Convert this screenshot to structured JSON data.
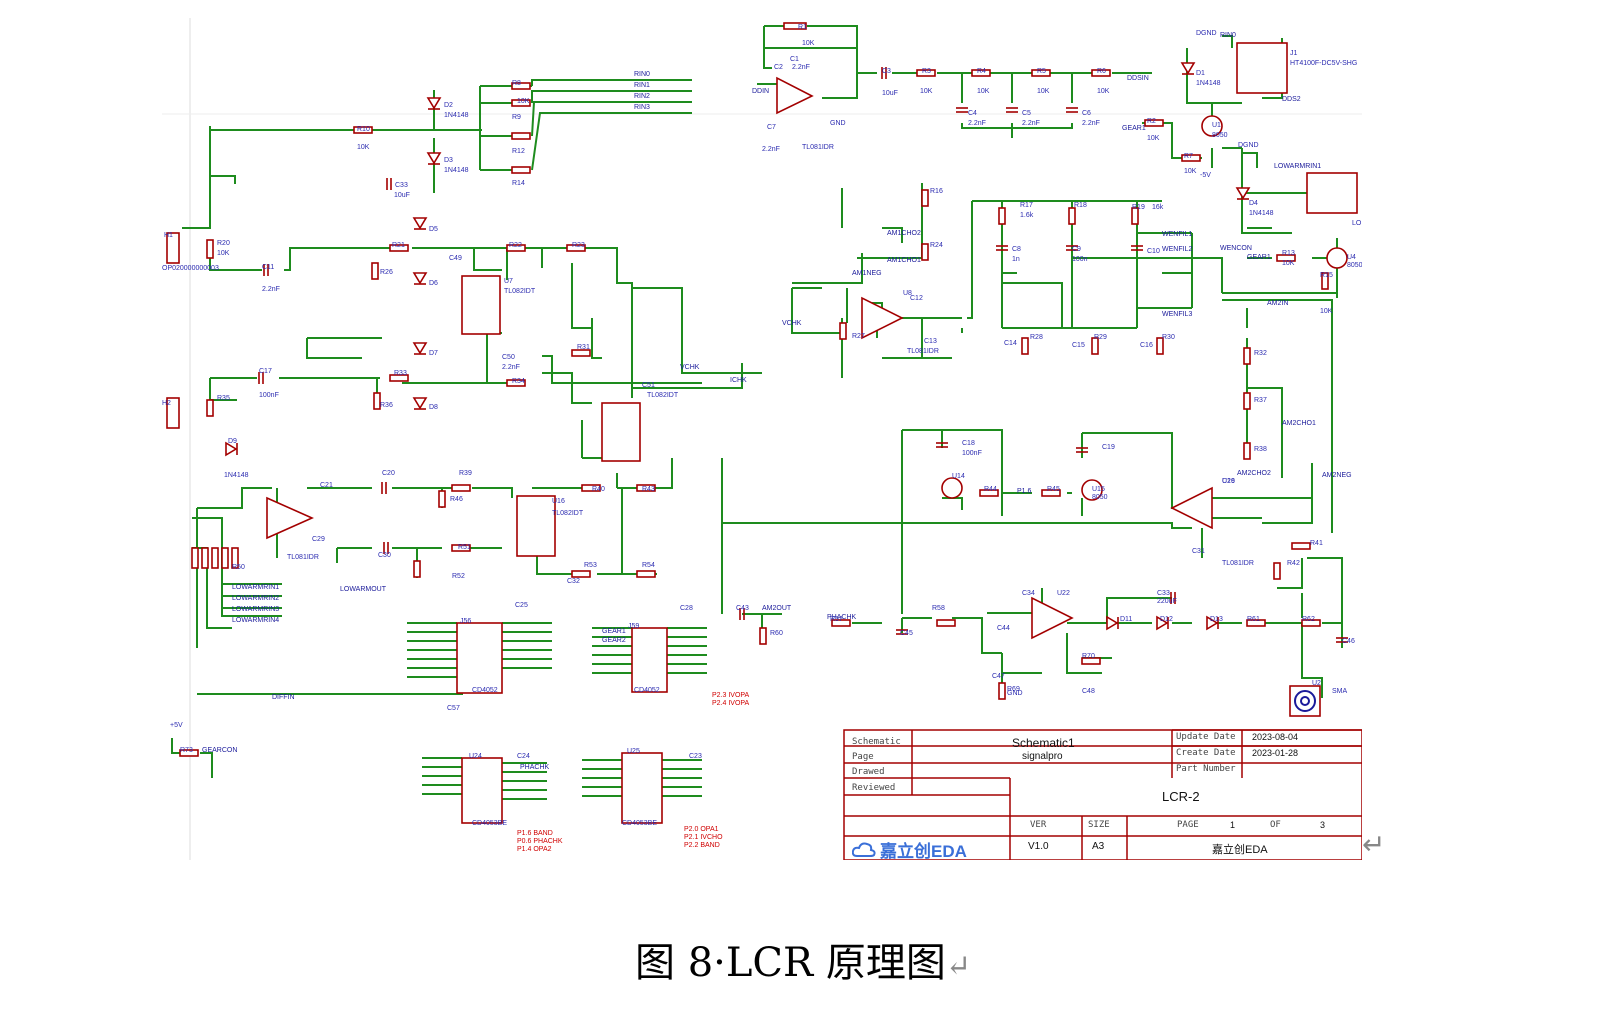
{
  "caption": {
    "text": "图 8·LCR 原理图",
    "trail": "↵"
  },
  "return_mark": "↵",
  "colors": {
    "wire": "#1e8c1e",
    "component": "#a30000",
    "label": "#2b2bb0",
    "note": "#d00000"
  },
  "title_block": {
    "schematic_label": "Schematic",
    "schematic_value": "Schematic1",
    "page_label": "Page",
    "page_value": "signalpro",
    "drawed_label": "Drawed",
    "reviewed_label": "Reviewed",
    "update_label": "Update Date",
    "update_value": "2023-08-04",
    "create_label": "Create Date",
    "create_value": "2023-01-28",
    "partnum_label": "Part Number",
    "main_title": "LCR-2",
    "ver_label": "VER",
    "ver_value": "V1.0",
    "size_label": "SIZE",
    "size_value": "A3",
    "page_num_label": "PAGE",
    "page_num": "1",
    "of_label": "OF",
    "page_total": "3",
    "company": "嘉立创EDA",
    "logo_text": "嘉立创EDA"
  },
  "labels": [
    {
      "t": "R1",
      "k": "lbl"
    },
    {
      "t": "10K",
      "k": "lbl"
    },
    {
      "t": "C2",
      "k": "lbl"
    },
    {
      "t": "2.2nF",
      "k": "lbl"
    },
    {
      "t": "C1",
      "k": "lbl"
    },
    {
      "t": "DDIN",
      "k": "lblnet"
    },
    {
      "t": "C7",
      "k": "lbl"
    },
    {
      "t": "2.2nF",
      "k": "lbl"
    },
    {
      "t": "TL081IDR",
      "k": "lbl"
    },
    {
      "t": "GND",
      "k": "lbl"
    },
    {
      "t": "C3",
      "k": "lbl"
    },
    {
      "t": "10uF",
      "k": "lbl"
    },
    {
      "t": "R3",
      "k": "lbl"
    },
    {
      "t": "10K",
      "k": "lbl"
    },
    {
      "t": "R4",
      "k": "lbl"
    },
    {
      "t": "10K",
      "k": "lbl"
    },
    {
      "t": "R5",
      "k": "lbl"
    },
    {
      "t": "10K",
      "k": "lbl"
    },
    {
      "t": "R6",
      "k": "lbl"
    },
    {
      "t": "10K",
      "k": "lbl"
    },
    {
      "t": "DDSIN",
      "k": "lblnet"
    },
    {
      "t": "C4",
      "k": "lbl"
    },
    {
      "t": "2.2nF",
      "k": "lbl"
    },
    {
      "t": "C5",
      "k": "lbl"
    },
    {
      "t": "2.2nF",
      "k": "lbl"
    },
    {
      "t": "C6",
      "k": "lbl"
    },
    {
      "t": "2.2nF",
      "k": "lbl"
    },
    {
      "t": "DGND",
      "k": "lbl"
    },
    {
      "t": "RIN0",
      "k": "lblnet"
    },
    {
      "t": "J1",
      "k": "lbl"
    },
    {
      "t": "HT4100F-DC5V-SHG",
      "k": "lbl"
    },
    {
      "t": "D1",
      "k": "lbl"
    },
    {
      "t": "1N4148",
      "k": "lbl"
    },
    {
      "t": "DDS2",
      "k": "lblnet"
    },
    {
      "t": "GEAR1",
      "k": "lblnet"
    },
    {
      "t": "R2",
      "k": "lbl"
    },
    {
      "t": "10K",
      "k": "lbl"
    },
    {
      "t": "U1",
      "k": "lbl"
    },
    {
      "t": "8050",
      "k": "lbl"
    },
    {
      "t": "R7",
      "k": "lbl"
    },
    {
      "t": "10K",
      "k": "lbl"
    },
    {
      "t": "-5V",
      "k": "lbl"
    },
    {
      "t": "DGND",
      "k": "lbl"
    },
    {
      "t": "LOWARMRIN1",
      "k": "lblnet"
    },
    {
      "t": "D4",
      "k": "lbl"
    },
    {
      "t": "1N4148",
      "k": "lbl"
    },
    {
      "t": "LO",
      "k": "lbl"
    },
    {
      "t": "GEAR1",
      "k": "lblnet"
    },
    {
      "t": "R13",
      "k": "lbl"
    },
    {
      "t": "10K",
      "k": "lbl"
    },
    {
      "t": "U4",
      "k": "lbl"
    },
    {
      "t": "8050",
      "k": "lbl"
    },
    {
      "t": "R15",
      "k": "lbl"
    },
    {
      "t": "10K",
      "k": "lbl"
    },
    {
      "t": "RIN0",
      "k": "lblnet"
    },
    {
      "t": "RIN1",
      "k": "lblnet"
    },
    {
      "t": "RIN2",
      "k": "lblnet"
    },
    {
      "t": "RIN3",
      "k": "lblnet"
    },
    {
      "t": "R8",
      "k": "lbl"
    },
    {
      "t": "R9",
      "k": "lbl"
    },
    {
      "t": "R12",
      "k": "lbl"
    },
    {
      "t": "R14",
      "k": "lbl"
    },
    {
      "t": "10K",
      "k": "lbl"
    },
    {
      "t": "R10",
      "k": "lbl"
    },
    {
      "t": "10K",
      "k": "lbl"
    },
    {
      "t": "D2",
      "k": "lbl"
    },
    {
      "t": "1N4148",
      "k": "lbl"
    },
    {
      "t": "D3",
      "k": "lbl"
    },
    {
      "t": "1N4148",
      "k": "lbl"
    },
    {
      "t": "C33",
      "k": "lbl"
    },
    {
      "t": "10uF",
      "k": "lbl"
    },
    {
      "t": "H1",
      "k": "lbl"
    },
    {
      "t": "OP020000000003",
      "k": "lbl"
    },
    {
      "t": "R20",
      "k": "lbl"
    },
    {
      "t": "10K",
      "k": "lbl"
    },
    {
      "t": "C11",
      "k": "lbl"
    },
    {
      "t": "2.2nF",
      "k": "lbl"
    },
    {
      "t": "R21",
      "k": "lbl"
    },
    {
      "t": "R26",
      "k": "lbl"
    },
    {
      "t": "D5",
      "k": "lbl"
    },
    {
      "t": "D6",
      "k": "lbl"
    },
    {
      "t": "C49",
      "k": "lbl"
    },
    {
      "t": "U7",
      "k": "lbl"
    },
    {
      "t": "TL082IDT",
      "k": "lbl"
    },
    {
      "t": "R22",
      "k": "lbl"
    },
    {
      "t": "R23",
      "k": "lbl"
    },
    {
      "t": "C50",
      "k": "lbl"
    },
    {
      "t": "2.2nF",
      "k": "lbl"
    },
    {
      "t": "R31",
      "k": "lbl"
    },
    {
      "t": "VCHK",
      "k": "lblnet"
    },
    {
      "t": "ICHK",
      "k": "lblnet"
    },
    {
      "t": "R34",
      "k": "lbl"
    },
    {
      "t": "C51",
      "k": "lbl"
    },
    {
      "t": "TL082IDT",
      "k": "lbl"
    },
    {
      "t": "R33",
      "k": "lbl"
    },
    {
      "t": "R36",
      "k": "lbl"
    },
    {
      "t": "D7",
      "k": "lbl"
    },
    {
      "t": "D8",
      "k": "lbl"
    },
    {
      "t": "C17",
      "k": "lbl"
    },
    {
      "t": "100nF",
      "k": "lbl"
    },
    {
      "t": "H2",
      "k": "lbl"
    },
    {
      "t": "R35",
      "k": "lbl"
    },
    {
      "t": "D9",
      "k": "lbl"
    },
    {
      "t": "1N4148",
      "k": "lbl"
    },
    {
      "t": "C21",
      "k": "lbl"
    },
    {
      "t": "C20",
      "k": "lbl"
    },
    {
      "t": "R39",
      "k": "lbl"
    },
    {
      "t": "R46",
      "k": "lbl"
    },
    {
      "t": "U16",
      "k": "lbl"
    },
    {
      "t": "TL082IDT",
      "k": "lbl"
    },
    {
      "t": "R40",
      "k": "lbl"
    },
    {
      "t": "R43",
      "k": "lbl"
    },
    {
      "t": "TL081IDR",
      "k": "lbl"
    },
    {
      "t": "C29",
      "k": "lbl"
    },
    {
      "t": "C30",
      "k": "lbl"
    },
    {
      "t": "R51",
      "k": "lbl"
    },
    {
      "t": "R52",
      "k": "lbl"
    },
    {
      "t": "R53",
      "k": "lbl"
    },
    {
      "t": "R54",
      "k": "lbl"
    },
    {
      "t": "C32",
      "k": "lbl"
    },
    {
      "t": "LOWARMOUT",
      "k": "lblnet"
    },
    {
      "t": "LOWARMRIN1",
      "k": "lblnet"
    },
    {
      "t": "LOWARMRIN2",
      "k": "lblnet"
    },
    {
      "t": "LOWARMRIN3",
      "k": "lblnet"
    },
    {
      "t": "LOWARMRIN4",
      "k": "lblnet"
    },
    {
      "t": "R50",
      "k": "lbl"
    },
    {
      "t": "J56",
      "k": "lbl"
    },
    {
      "t": "CD4052",
      "k": "lbl"
    },
    {
      "t": "C25",
      "k": "lbl"
    },
    {
      "t": "C57",
      "k": "lbl"
    },
    {
      "t": "DIFFIN",
      "k": "lblnet"
    },
    {
      "t": "J59",
      "k": "lbl"
    },
    {
      "t": "CD4052",
      "k": "lbl"
    },
    {
      "t": "C28",
      "k": "lbl"
    },
    {
      "t": "GEAR1",
      "k": "lblnet"
    },
    {
      "t": "GEAR2",
      "k": "lblnet"
    },
    {
      "t": "P2.3  IVOPA",
      "k": "lblred"
    },
    {
      "t": "P2.4  IVOPA",
      "k": "lblred"
    },
    {
      "t": "C43",
      "k": "lbl"
    },
    {
      "t": "AM2OUT",
      "k": "lblnet"
    },
    {
      "t": "R60",
      "k": "lbl"
    },
    {
      "t": "U24",
      "k": "lbl"
    },
    {
      "t": "CD4053BE",
      "k": "lbl"
    },
    {
      "t": "C24",
      "k": "lbl"
    },
    {
      "t": "PHACHK",
      "k": "lblnet"
    },
    {
      "t": "P1.6  BAND",
      "k": "lblred"
    },
    {
      "t": "P0.6  PHACHK",
      "k": "lblred"
    },
    {
      "t": "P1.4  OPA2",
      "k": "lblred"
    },
    {
      "t": "U25",
      "k": "lbl"
    },
    {
      "t": "CD4053BE",
      "k": "lbl"
    },
    {
      "t": "C23",
      "k": "lbl"
    },
    {
      "t": "P2.0  OPA1",
      "k": "lblred"
    },
    {
      "t": "P2.1  IVCHO",
      "k": "lblred"
    },
    {
      "t": "P2.2  BAND",
      "k": "lblred"
    },
    {
      "t": "R73",
      "k": "lbl"
    },
    {
      "t": "GEARCON",
      "k": "lblnet"
    },
    {
      "t": "+5V",
      "k": "lbl"
    },
    {
      "t": "R16",
      "k": "lbl"
    },
    {
      "t": "AM1CHO2",
      "k": "lblnet"
    },
    {
      "t": "R24",
      "k": "lbl"
    },
    {
      "t": "AM1CHO1",
      "k": "lblnet"
    },
    {
      "t": "AM1NEG",
      "k": "lblnet"
    },
    {
      "t": "U8",
      "k": "lbl"
    },
    {
      "t": "C12",
      "k": "lbl"
    },
    {
      "t": "C13",
      "k": "lbl"
    },
    {
      "t": "R27",
      "k": "lbl"
    },
    {
      "t": "TL081IDR",
      "k": "lbl"
    },
    {
      "t": "VCHK",
      "k": "lblnet"
    },
    {
      "t": "R17",
      "k": "lbl"
    },
    {
      "t": "1.6k",
      "k": "lbl"
    },
    {
      "t": "R18",
      "k": "lbl"
    },
    {
      "t": "R19",
      "k": "lbl"
    },
    {
      "t": "16k",
      "k": "lbl"
    },
    {
      "t": "C8",
      "k": "lbl"
    },
    {
      "t": "1n",
      "k": "lbl"
    },
    {
      "t": "C9",
      "k": "lbl"
    },
    {
      "t": "100n",
      "k": "lbl"
    },
    {
      "t": "C10",
      "k": "lbl"
    },
    {
      "t": "WENFIL1",
      "k": "lblnet"
    },
    {
      "t": "WENFIL2",
      "k": "lblnet"
    },
    {
      "t": "WENFIL3",
      "k": "lblnet"
    },
    {
      "t": "WENCON",
      "k": "lblnet"
    },
    {
      "t": "R28",
      "k": "lbl"
    },
    {
      "t": "R29",
      "k": "lbl"
    },
    {
      "t": "R30",
      "k": "lbl"
    },
    {
      "t": "C14",
      "k": "lbl"
    },
    {
      "t": "C15",
      "k": "lbl"
    },
    {
      "t": "C16",
      "k": "lbl"
    },
    {
      "t": "AM2IN",
      "k": "lblnet"
    },
    {
      "t": "R32",
      "k": "lbl"
    },
    {
      "t": "R37",
      "k": "lbl"
    },
    {
      "t": "R38",
      "k": "lbl"
    },
    {
      "t": "AM2CHO1",
      "k": "lblnet"
    },
    {
      "t": "C18",
      "k": "lbl"
    },
    {
      "t": "100nF",
      "k": "lbl"
    },
    {
      "t": "U14",
      "k": "lbl"
    },
    {
      "t": "R44",
      "k": "lbl"
    },
    {
      "t": "P1.6",
      "k": "lblnet"
    },
    {
      "t": "R45",
      "k": "lbl"
    },
    {
      "t": "C19",
      "k": "lbl"
    },
    {
      "t": "U15",
      "k": "lbl"
    },
    {
      "t": "8050",
      "k": "lbl"
    },
    {
      "t": "C26",
      "k": "lbl"
    },
    {
      "t": "U19",
      "k": "lbl"
    },
    {
      "t": "AM2CHO2",
      "k": "lblnet"
    },
    {
      "t": "AM2NEG",
      "k": "lblnet"
    },
    {
      "t": "C31",
      "k": "lbl"
    },
    {
      "t": "TL081IDR",
      "k": "lbl"
    },
    {
      "t": "R41",
      "k": "lbl"
    },
    {
      "t": "R42",
      "k": "lbl"
    },
    {
      "t": "C34",
      "k": "lbl"
    },
    {
      "t": "U22",
      "k": "lbl"
    },
    {
      "t": "PHACHK",
      "k": "lblnet"
    },
    {
      "t": "R57",
      "k": "lbl"
    },
    {
      "t": "R58",
      "k": "lbl"
    },
    {
      "t": "C45",
      "k": "lbl"
    },
    {
      "t": "C44",
      "k": "lbl"
    },
    {
      "t": "C33",
      "k": "lbl"
    },
    {
      "t": "220uF",
      "k": "lbl"
    },
    {
      "t": "D11",
      "k": "lbl"
    },
    {
      "t": "D12",
      "k": "lbl"
    },
    {
      "t": "D13",
      "k": "lbl"
    },
    {
      "t": "R61",
      "k": "lbl"
    },
    {
      "t": "R62",
      "k": "lbl"
    },
    {
      "t": "C46",
      "k": "lbl"
    },
    {
      "t": "U2",
      "k": "lbl"
    },
    {
      "t": "SMA",
      "k": "lbl"
    },
    {
      "t": "R70",
      "k": "lbl"
    },
    {
      "t": "C48",
      "k": "lbl"
    },
    {
      "t": "C47",
      "k": "lbl"
    },
    {
      "t": "R69",
      "k": "lbl"
    },
    {
      "t": "GND",
      "k": "lbl"
    }
  ]
}
